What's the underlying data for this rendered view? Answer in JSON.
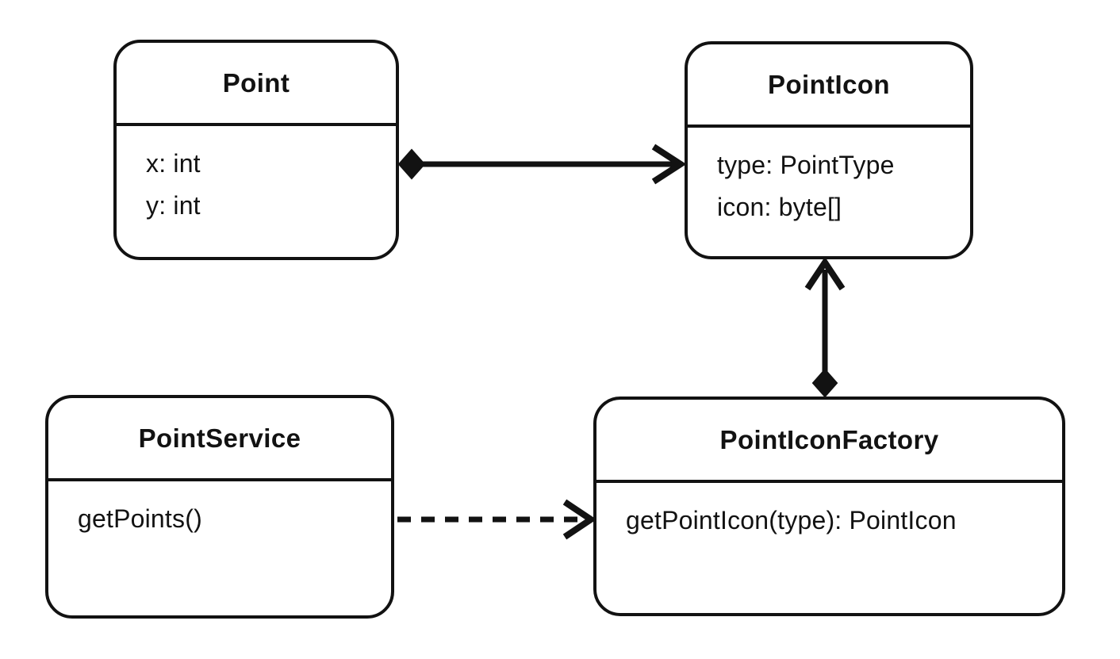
{
  "diagram": {
    "type": "uml-class-diagram",
    "background": "#ffffff",
    "stroke_color": "#121212",
    "text_color": "#121212",
    "classes": [
      {
        "name": "Point",
        "members": [
          "x: int",
          "y: int"
        ]
      },
      {
        "name": "PointIcon",
        "members": [
          "type: PointType",
          "icon: byte[]"
        ]
      },
      {
        "name": "PointService",
        "members": [
          "getPoints()"
        ]
      },
      {
        "name": "PointIconFactory",
        "members": [
          "getPointIcon(type): PointIcon"
        ]
      }
    ],
    "relationships": [
      {
        "from": "Point",
        "to": "PointIcon",
        "kind": "composition",
        "diamond_at": "Point",
        "arrow_at": "PointIcon",
        "line": "solid"
      },
      {
        "from": "PointIconFactory",
        "to": "PointIcon",
        "kind": "composition",
        "diamond_at": "PointIconFactory",
        "arrow_at": "PointIcon",
        "line": "solid"
      },
      {
        "from": "PointService",
        "to": "PointIconFactory",
        "kind": "dependency",
        "arrow_at": "PointIconFactory",
        "line": "dashed"
      }
    ]
  }
}
